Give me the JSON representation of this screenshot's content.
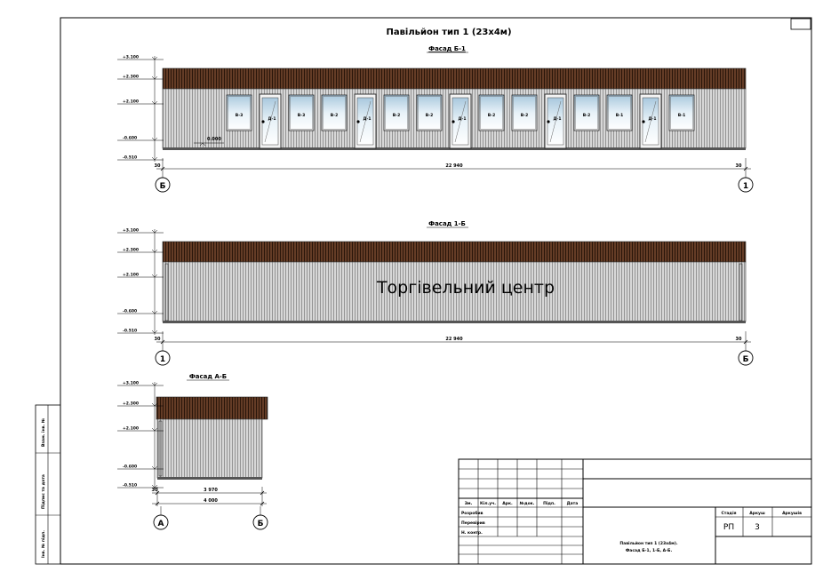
{
  "title": "Павільйон тип 1 (23х4м)",
  "facade_b1": {
    "title": "Фасад Б-1",
    "axis_left": "Б",
    "axis_right": "1",
    "dim_total": "22 940",
    "dim_end": "30",
    "floor_mark": "0.000",
    "windows": [
      "В-3",
      "В-3",
      "В-2",
      "В-2",
      "В-2",
      "В-2",
      "В-2",
      "В-2",
      "В-1",
      "В-1"
    ],
    "doors": [
      "Д-1",
      "Д-1",
      "Д-1",
      "Д-1",
      "Д-1"
    ]
  },
  "facade_1b": {
    "title": "Фасад 1-Б",
    "sign": "Торгівельний центр",
    "axis_left": "1",
    "axis_right": "Б",
    "dim_total": "22 940",
    "dim_end": "30"
  },
  "facade_ab": {
    "title": "Фасад А-Б",
    "axis_left": "А",
    "axis_right": "Б",
    "dim_inner": "3 970",
    "dim_total": "4 000",
    "dim_end": "30"
  },
  "levels": [
    "+3.100",
    "+2.300",
    "+2.100",
    "-0.600",
    "-0.510"
  ],
  "side_strip": [
    "Інв. № підп.",
    "Підпис та дата",
    "Взам. інв. №"
  ],
  "stamp": {
    "headers": [
      "Зм.",
      "Кіл.уч.",
      "Арк.",
      "№док.",
      "Підп.",
      "Дата"
    ],
    "roles": [
      "Розробив",
      "Перевірив",
      "Н. контр."
    ],
    "stage_headers": [
      "Стадія",
      "Аркуш",
      "Аркушів"
    ],
    "stage": "РП",
    "sheet": "3",
    "sheet_title": [
      "Павільйон тип 1 (23х4м).",
      "Фасад Б-1, 1-Б, А-Б."
    ]
  }
}
